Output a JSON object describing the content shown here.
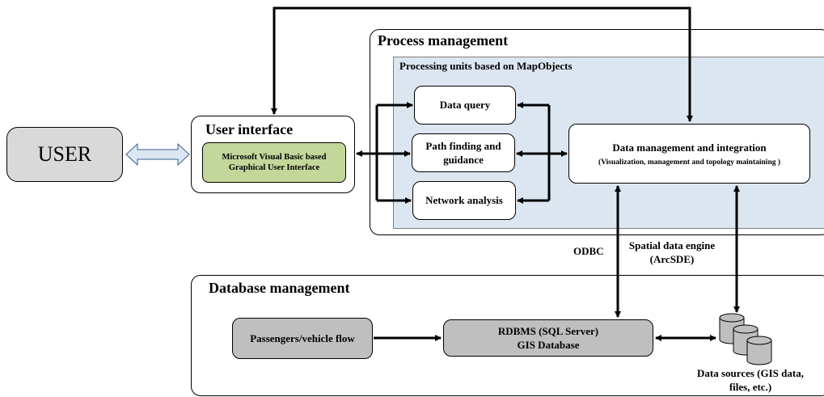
{
  "user": {
    "label": "USER"
  },
  "user_interface": {
    "title": "User interface",
    "gui_line1": "Microsoft Visual Basic based",
    "gui_line2": "Graphical User Interface"
  },
  "process_management": {
    "title": "Process management",
    "processing_units_title": "Processing units based on MapObjects",
    "data_query": "Data query",
    "path_finding_line1": "Path finding and",
    "path_finding_line2": "guidance",
    "network_analysis": "Network analysis",
    "data_mgmt_title": "Data management and integration",
    "data_mgmt_sub": "(Visualization, management and topology maintaining )"
  },
  "connectors": {
    "odbc": "ODBC",
    "spatial_engine_line1": "Spatial data engine",
    "spatial_engine_line2": "(ArcSDE)"
  },
  "database_management": {
    "title": "Database management",
    "passengers_flow": "Passengers/vehicle flow",
    "rdbms_line1": "RDBMS (SQL Server)",
    "rdbms_line2": "GIS Database",
    "data_sources_line1": "Data sources (GIS data,",
    "data_sources_line2": "files, etc.)"
  },
  "colors": {
    "user_fill": "#d9d9d9",
    "gui_fill": "#c4d79b",
    "processing_fill": "#dce6f1",
    "gray_box_fill": "#bfbfbf",
    "double_arrow_fill": "#dce6f1"
  }
}
